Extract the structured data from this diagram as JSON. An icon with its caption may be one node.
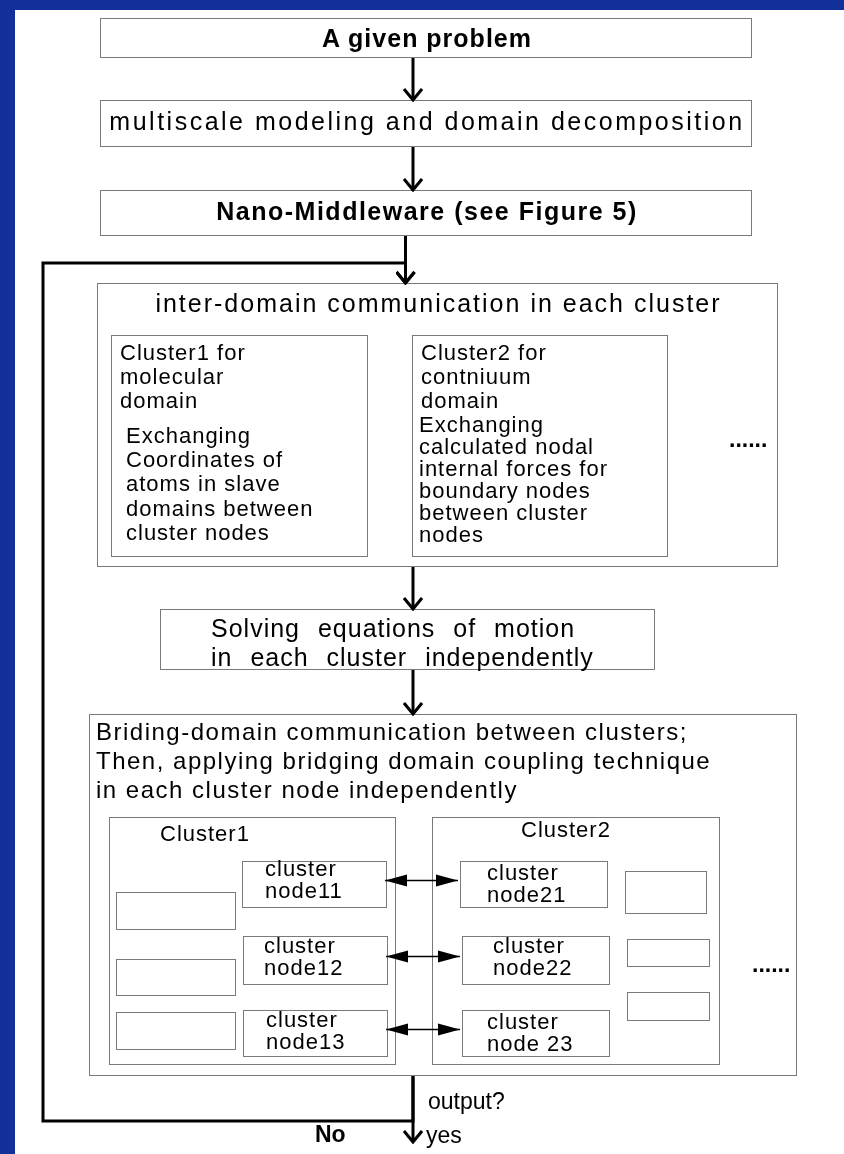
{
  "diagram": {
    "nodes": [
      {
        "text": [
          "A given problem"
        ]
      },
      {
        "text": [
          "multiscale modeling and domain decomposition"
        ]
      },
      {
        "text": [
          "Nano-Middleware (see Figure 5)"
        ]
      },
      {
        "text": [
          "inter-domain communication in each cluster"
        ]
      },
      {
        "text": [
          "Cluster1 for molecular domain",
          "Exchanging Coordinates of atoms in slave domains between cluster nodes"
        ],
        "in": 3
      },
      {
        "text": [
          "Cluster2 for contniuum domain",
          "Exchanging calculated nodal internal forces for boundary nodes between cluster nodes"
        ],
        "in": 3
      },
      {
        "text": [
          "Solving equations of motion in each cluster independently"
        ]
      },
      {
        "text": [
          "Briding-domain communication between clusters; Then, applying bridging domain coupling technique in each cluster node independently"
        ]
      },
      {
        "text": [
          "Cluster1"
        ],
        "in": 7
      },
      {
        "text": [],
        "shape": "box",
        "in": 8
      },
      {
        "text": [
          "cluster node11"
        ],
        "in": 8
      },
      {
        "text": [],
        "shape": "box",
        "in": 8
      },
      {
        "text": [
          "cluster node12"
        ],
        "in": 8
      },
      {
        "text": [],
        "shape": "box",
        "in": 8
      },
      {
        "text": [
          "cluster node13"
        ],
        "in": 8
      },
      {
        "text": [
          "Cluster2"
        ],
        "in": 7
      },
      {
        "text": [
          "cluster node21"
        ],
        "in": 15
      },
      {
        "text": [],
        "shape": "box",
        "in": 15
      },
      {
        "text": [
          "cluster node22"
        ],
        "in": 15
      },
      {
        "text": [],
        "shape": "box",
        "in": 15
      },
      {
        "text": [],
        "shape": "box",
        "in": 15
      },
      {
        "text": [
          "cluster node 23"
        ],
        "in": 15
      }
    ],
    "edges": [
      {
        "from": 0,
        "to": 1,
        "arrow": "to"
      },
      {
        "from": 1,
        "to": 2,
        "arrow": "to"
      },
      {
        "from": 2,
        "to": 3,
        "arrow": "to"
      },
      {
        "from": 3,
        "to": 6,
        "arrow": "to"
      },
      {
        "from": 6,
        "to": 7,
        "arrow": "to"
      },
      {
        "from": 10,
        "to": 16,
        "arrow": "both"
      },
      {
        "from": 12,
        "to": 18,
        "arrow": "both"
      },
      {
        "from": 14,
        "to": 21,
        "arrow": "both"
      },
      {
        "from": 7,
        "to": 3,
        "arrow": "to",
        "label": "No"
      },
      {
        "from": 7,
        "to": null,
        "arrow": "to",
        "label": "yes"
      }
    ],
    "labels": [
      "......",
      "......",
      "output?"
    ]
  }
}
